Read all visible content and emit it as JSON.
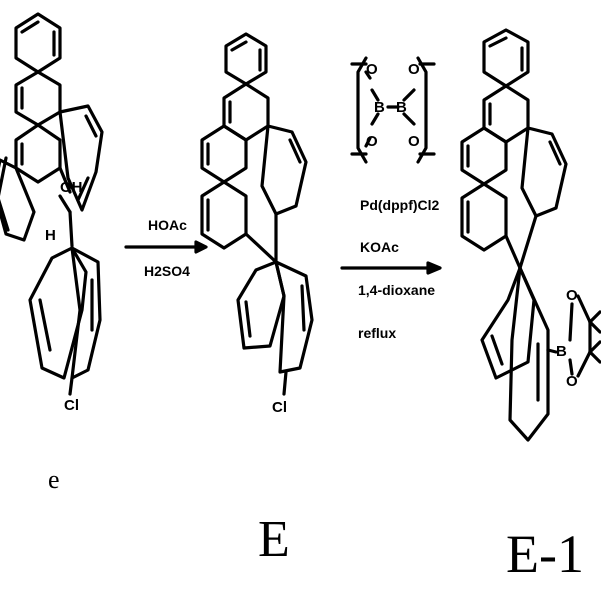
{
  "step1": {
    "reagent_top": "HOAc",
    "reagent_bottom": "H2SO4"
  },
  "step2": {
    "boron_reagent": {
      "B_left": "B",
      "B_right": "B",
      "O_top_left": "O",
      "O_bottom_left": "O",
      "O_top_right": "O",
      "O_bottom_right": "O"
    },
    "conditions": [
      "Pd(dppf)Cl2",
      "KOAc",
      "1,4-dioxane",
      "reflux"
    ]
  },
  "compound_e": {
    "label": "e",
    "OH": "OH",
    "H": "H",
    "Cl": "Cl"
  },
  "compound_E": {
    "label": "E",
    "Cl": "Cl"
  },
  "compound_E1": {
    "label": "E-1",
    "B": "B",
    "O_top": "O",
    "O_bottom": "O"
  }
}
